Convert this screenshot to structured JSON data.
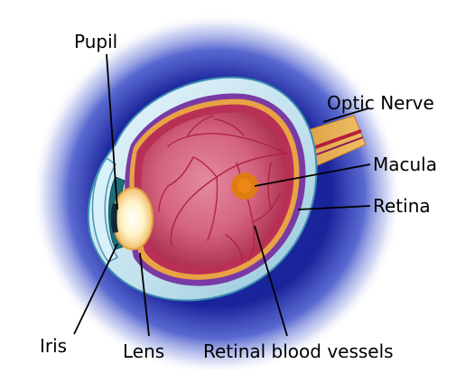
{
  "labels": {
    "pupil": "Pupil",
    "optic_nerve": "Optic Nerve",
    "macula": "Macula",
    "retina": "Retina",
    "iris": "Iris",
    "lens": "Lens",
    "retinal_blood_vessels": "Retinal blood vessels"
  },
  "colors": {
    "halo_dark": "#0a0f7a",
    "halo_mid": "#2a3ab8",
    "outer_shell": "#cfe7ef",
    "shell_edge": "#3b8ab2",
    "purple_layer": "#7a3aa4",
    "orange_layer": "#e9a244",
    "retina_red": "#c33a5e",
    "fundus_pink": "#d86f8a",
    "macula": "#e07b12",
    "lens_glow": "#fffbe8",
    "optic_nerve": "#e8b25a"
  }
}
